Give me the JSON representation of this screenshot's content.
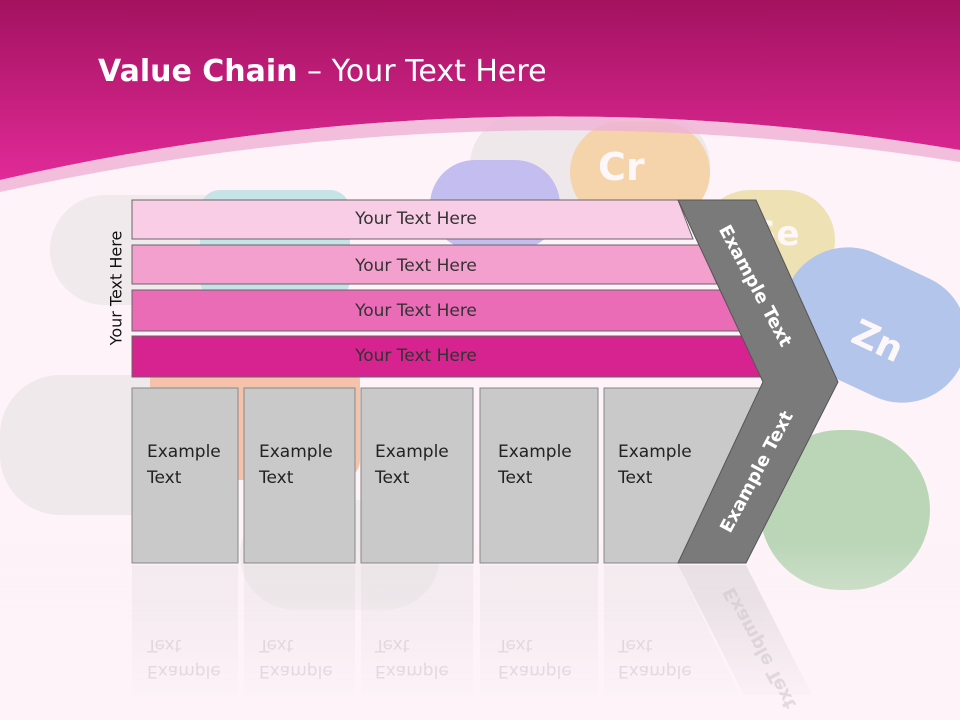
{
  "title": {
    "bold": "Value Chain",
    "rest": " – Your Text Here"
  },
  "side_label": "Your Text Here",
  "rows": [
    {
      "label": "Your Text Here",
      "color": "#f9cde6"
    },
    {
      "label": "Your Text Here",
      "color": "#f3a0cf"
    },
    {
      "label": "Your Text Here",
      "color": "#ea6bb6"
    },
    {
      "label": "Your Text Here",
      "color": "#d7238f"
    }
  ],
  "cells": [
    {
      "line1": "Example",
      "line2": "Text"
    },
    {
      "line1": "Example",
      "line2": "Text"
    },
    {
      "line1": "Example",
      "line2": "Text"
    },
    {
      "line1": "Example",
      "line2": "Text"
    },
    {
      "line1": "Example",
      "line2": "Text"
    }
  ],
  "arrow_top_label": "Example Text",
  "arrow_bottom_label": "Example Text",
  "colors": {
    "header": "#cc1a86",
    "cell": "#c9c9c9",
    "arrow": "#7a7a7a"
  },
  "background_pills": [
    {
      "text": "Cr",
      "color": "#e79a1d"
    },
    {
      "text": "Se",
      "color": "#d0c23a"
    },
    {
      "text": "Zn",
      "color": "#2a6fd2"
    }
  ]
}
